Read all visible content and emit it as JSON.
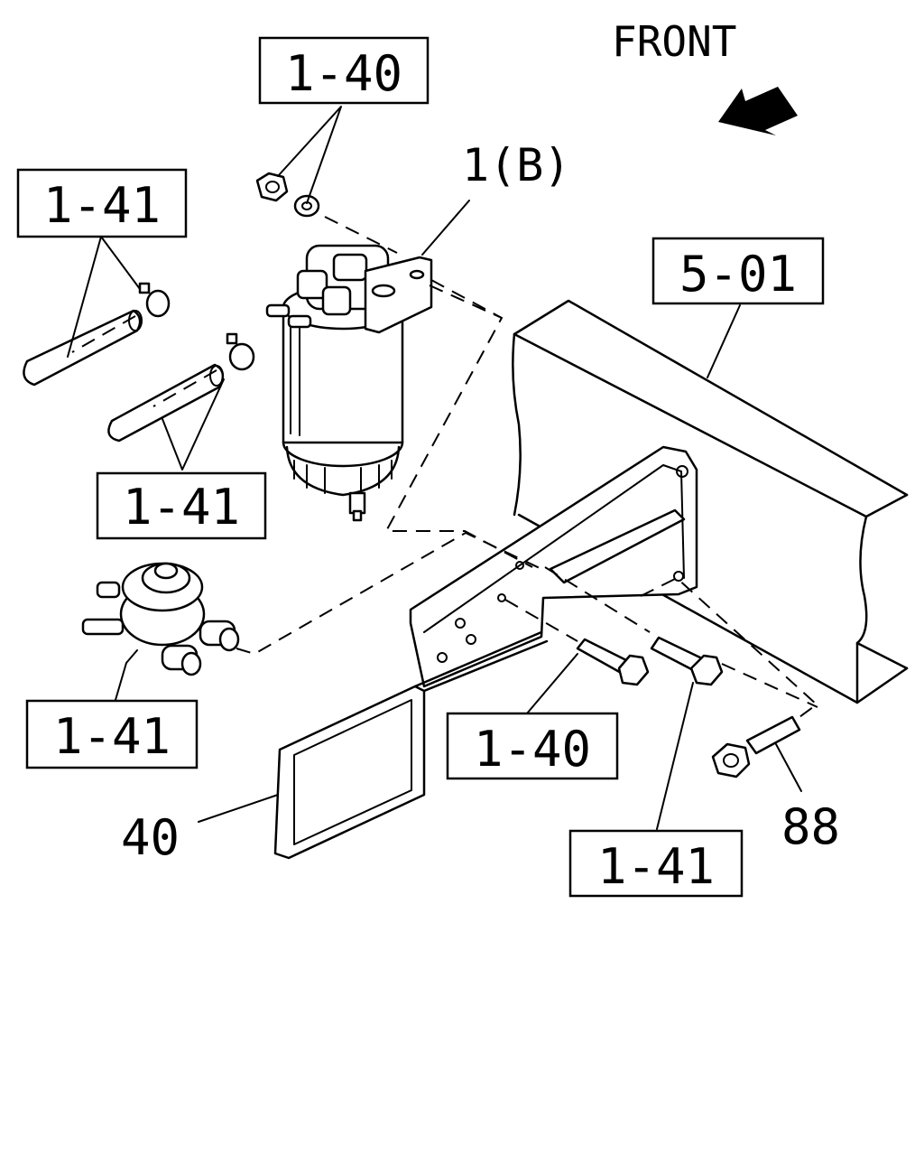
{
  "direction": {
    "label": "FRONT",
    "icon": "front-arrow-icon"
  },
  "callouts": {
    "ref_1_40_top": "1-40",
    "ref_1_41_left_top": "1-41",
    "ref_1_41_left_mid": "1-41",
    "ref_1_41_left_bottom": "1-41",
    "ref_1_40_bottom": "1-40",
    "ref_1_41_bottom_right": "1-41",
    "ref_5_01": "5-01"
  },
  "part_numbers": {
    "fuel_filter": "1(B)",
    "bracket": "40",
    "bolt": "88"
  }
}
